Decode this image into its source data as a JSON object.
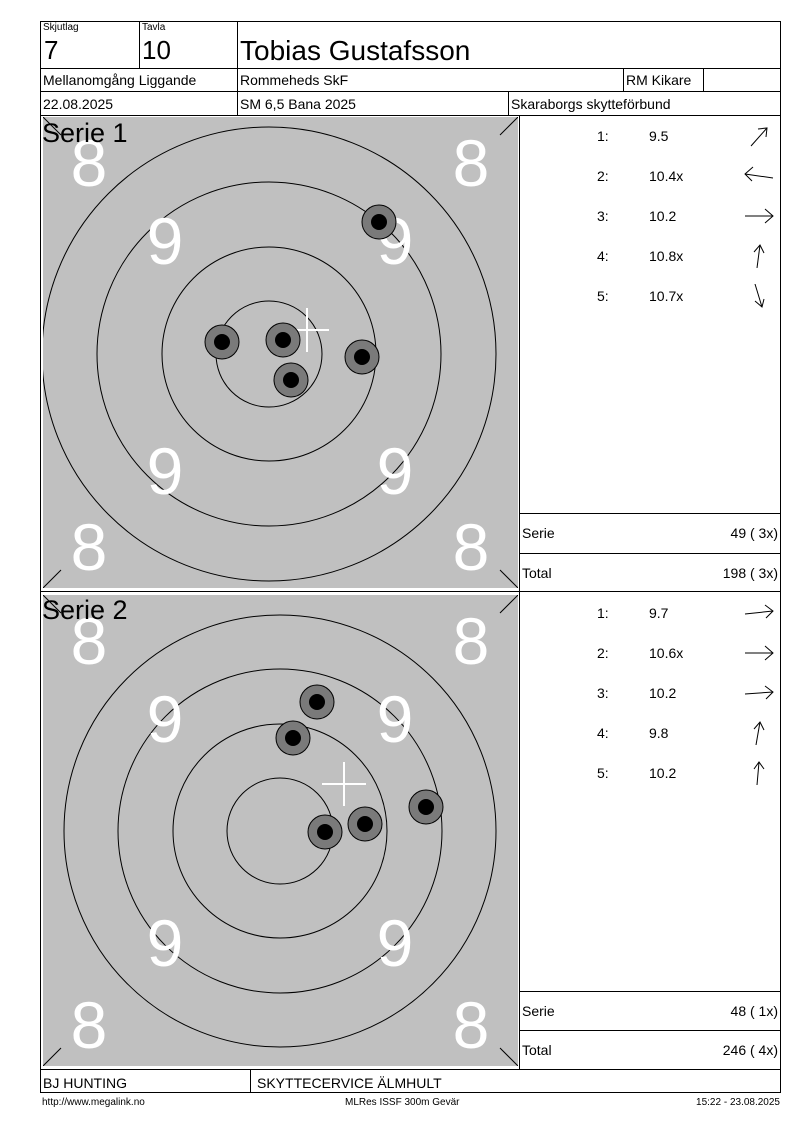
{
  "header": {
    "skjutlag_label": "Skjutlag",
    "skjutlag_value": "7",
    "tavla_label": "Tavla",
    "tavla_value": "10",
    "name": "Tobias Gustafsson",
    "round": "Mellanomgång Liggande",
    "club": "Rommeheds SkF",
    "class": "RM Kikare",
    "date": "22.08.2025",
    "competition": "SM 6,5 Bana 2025",
    "organizer": "Skaraborgs skytteförbund"
  },
  "series": [
    {
      "title": "Serie 1",
      "ring_numbers": [
        "8",
        "8",
        "9",
        "9",
        "9",
        "9",
        "8",
        "8"
      ],
      "shots": [
        {
          "num": "1:",
          "value": "9.5",
          "dir": "up-right"
        },
        {
          "num": "2:",
          "value": "10.4x",
          "dir": "left"
        },
        {
          "num": "3:",
          "value": "10.2",
          "dir": "right"
        },
        {
          "num": "4:",
          "value": "10.8x",
          "dir": "up"
        },
        {
          "num": "5:",
          "value": "10.7x",
          "dir": "down"
        }
      ],
      "serie_label": "Serie",
      "serie_value": "49 ( 3x)",
      "total_label": "Total",
      "total_value": "198 ( 3x)"
    },
    {
      "title": "Serie 2",
      "ring_numbers": [
        "8",
        "8",
        "9",
        "9",
        "9",
        "9",
        "8",
        "8"
      ],
      "shots": [
        {
          "num": "1:",
          "value": "9.7",
          "dir": "right"
        },
        {
          "num": "2:",
          "value": "10.6x",
          "dir": "right"
        },
        {
          "num": "3:",
          "value": "10.2",
          "dir": "right"
        },
        {
          "num": "4:",
          "value": "9.8",
          "dir": "up"
        },
        {
          "num": "5:",
          "value": "10.2",
          "dir": "up"
        }
      ],
      "serie_label": "Serie",
      "serie_value": "48 ( 1x)",
      "total_label": "Total",
      "total_value": "246 ( 4x)"
    }
  ],
  "footer": {
    "sponsor_left": "BJ HUNTING",
    "sponsor_right": "SKYTTECERVICE ÄLMHULT",
    "url": "http://www.megalink.no",
    "software": "MLRes ISSF 300m Gevär",
    "timestamp": "15:22 - 23.08.2025"
  },
  "colors": {
    "target_bg": "#c0c0c0",
    "ring_number": "#ffffff",
    "hit_outer": "#7a7a7a",
    "hit_inner": "#000000"
  }
}
